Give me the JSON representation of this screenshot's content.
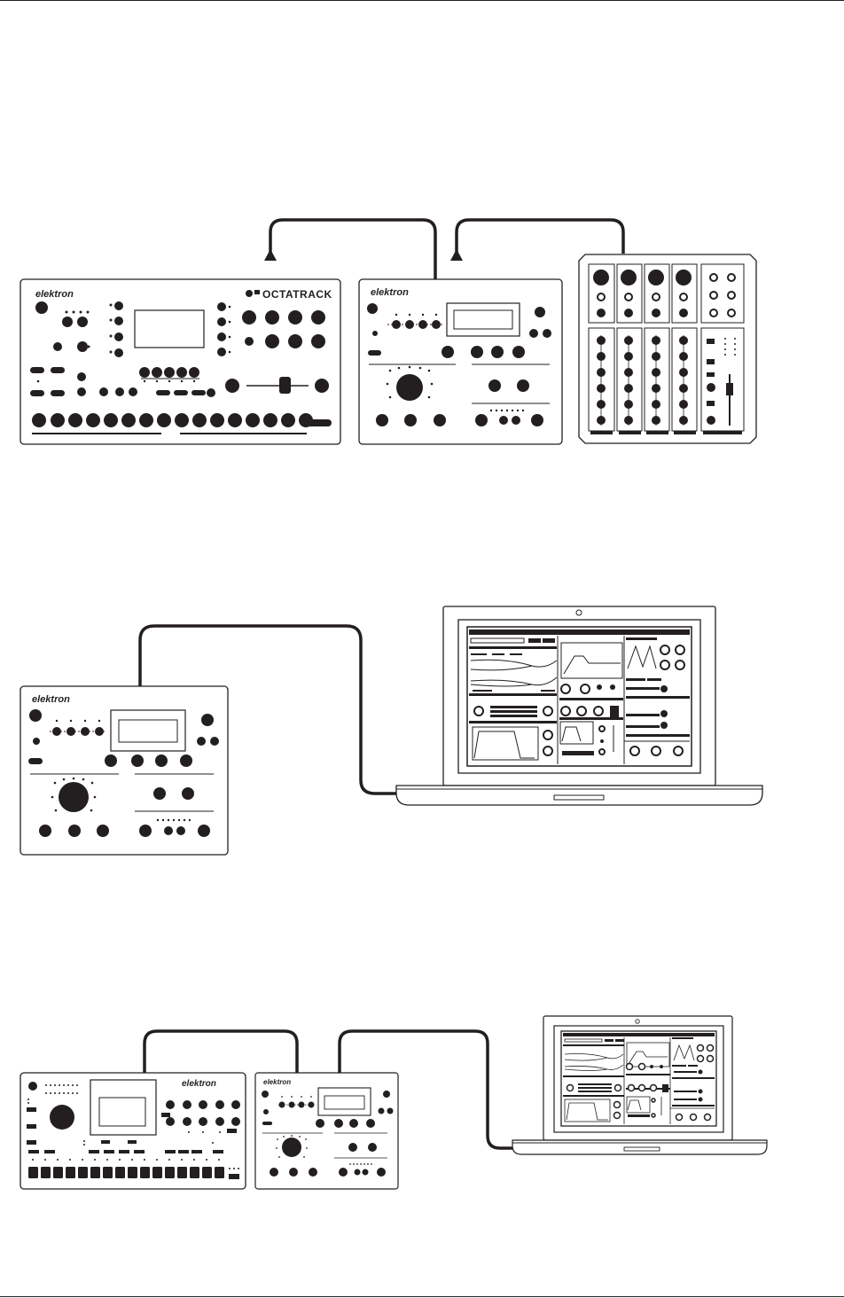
{
  "brand": {
    "logo_text": "elektron",
    "octatrack_label": "OCTATRACK"
  },
  "scenarios": [
    {
      "id": "octatrack-analog-mixer",
      "devices": [
        "Octatrack",
        "Analog Heat",
        "Mixer"
      ]
    },
    {
      "id": "analog-heat-computer",
      "devices": [
        "Analog Heat",
        "Laptop"
      ]
    },
    {
      "id": "analog-rytm-analog-heat-computer",
      "devices": [
        "Analog Rytm",
        "Analog Heat",
        "Laptop"
      ]
    }
  ],
  "colors": {
    "ink": "#231f20",
    "paper": "#ffffff"
  }
}
